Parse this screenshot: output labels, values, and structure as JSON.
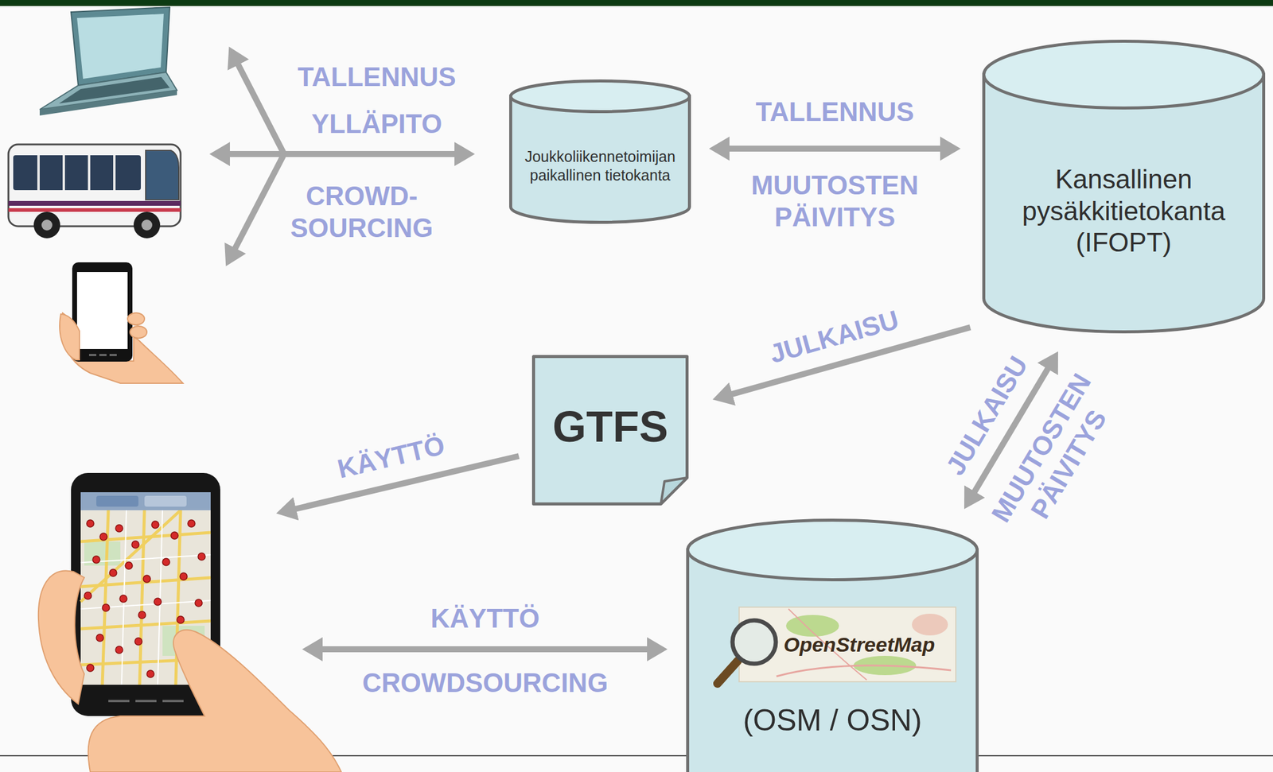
{
  "diagram": {
    "nodes": [
      {
        "text": [
          "Joukkoliikennetoimijan paikallinen tietokanta"
        ]
      },
      {
        "text": [
          "Kansallinen pysäkkitietokanta (IFOPT)"
        ]
      },
      {
        "text": [
          "GTFS"
        ]
      },
      {
        "text": [
          "OpenStreetMap",
          "(OSM / OSN)"
        ]
      }
    ],
    "edges": [
      {
        "from": 0,
        "to": 1,
        "arrow": "both",
        "label": "TALLENNUS"
      },
      {
        "from": 1,
        "to": 2,
        "arrow": "to",
        "label": "JULKAISU"
      },
      {
        "from": 1,
        "to": 3,
        "arrow": "both",
        "label": "JULKAISU"
      }
    ],
    "labels": [
      "TALLENNUS",
      "YLLÄPITO",
      "CROWD- SOURCING",
      "MUUTOSTEN PÄIVITYS",
      "MUUTOSTEN PÄIVITYS",
      "KÄYTTÖ",
      "KÄYTTÖ",
      "CROWDSOURCING"
    ]
  }
}
